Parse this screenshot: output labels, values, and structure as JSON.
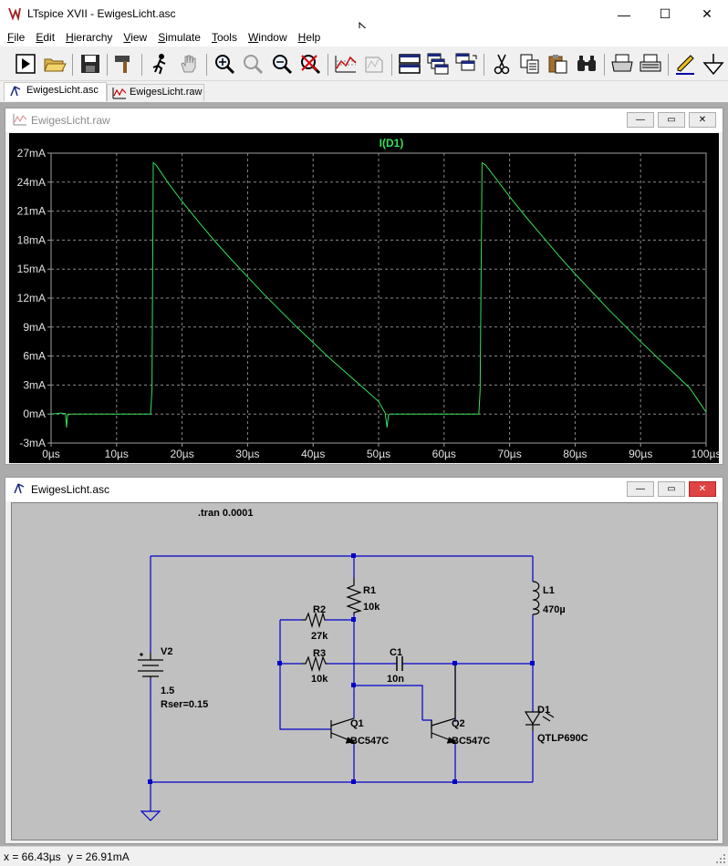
{
  "window": {
    "title": "LTspice XVII - EwigesLicht.asc",
    "minimize": "—",
    "maximize": "☐",
    "close": "✕"
  },
  "menu": [
    {
      "underline": "F",
      "rest": "ile"
    },
    {
      "underline": "E",
      "rest": "dit"
    },
    {
      "underline": "H",
      "rest": "ierarchy"
    },
    {
      "underline": "V",
      "rest": "iew"
    },
    {
      "underline": "S",
      "rest": "imulate"
    },
    {
      "underline": "T",
      "rest": "ools"
    },
    {
      "underline": "W",
      "rest": "indow"
    },
    {
      "underline": "H",
      "rest": "elp"
    }
  ],
  "toolbar": {
    "icons": [
      "run-icon",
      "open-folder-icon",
      "save-icon",
      "control-panel-hammer-icon",
      "run-halt-icon",
      "pan-hand-icon",
      "zoom-in-icon",
      "zoom-full-icon",
      "zoom-out-icon",
      "zoom-cancel-icon",
      "autorange-icon",
      "place-waveform-icon",
      "tile-horizontal-icon",
      "cascade-icon",
      "tile-vertical-icon",
      "cut-icon",
      "copy-icon",
      "paste-icon",
      "find-icon",
      "print-preview-icon",
      "print-icon",
      "pencil-icon",
      "ground-icon"
    ]
  },
  "tabs": [
    {
      "label": "EwigesLicht.asc",
      "active": true
    },
    {
      "label": "EwigesLicht.raw",
      "active": false
    }
  ],
  "plot_window": {
    "title": "EwigesLicht.raw"
  },
  "schematic_window": {
    "title": "EwigesLicht.asc",
    "directive": ".tran 0.0001",
    "components": {
      "R1": {
        "name": "R1",
        "value": "10k"
      },
      "R2": {
        "name": "R2",
        "value": "27k"
      },
      "R3": {
        "name": "R3",
        "value": "10k"
      },
      "C1": {
        "name": "C1",
        "value": "10n"
      },
      "L1": {
        "name": "L1",
        "value": "470µ"
      },
      "V2": {
        "name": "V2",
        "value": "1.5",
        "extra": "Rser=0.15"
      },
      "Q1": {
        "name": "Q1",
        "value": "BC547C"
      },
      "Q2": {
        "name": "Q2",
        "value": "BC547C"
      },
      "D1": {
        "name": "D1",
        "value": "QTLP690C"
      }
    }
  },
  "status": {
    "x": "x = 66.43µs",
    "y": "y = 26.91mA"
  },
  "colors": {
    "trace": "#33e05a",
    "wire": "#0000c8",
    "plot_bg": "#000000",
    "schematic_bg": "#c0c0c0"
  },
  "chart_data": {
    "type": "line",
    "title": "I(D1)",
    "xlabel": "",
    "ylabel": "",
    "xlim": [
      0,
      100
    ],
    "ylim": [
      -3,
      27
    ],
    "x_ticks": [
      0,
      10,
      20,
      30,
      40,
      50,
      60,
      70,
      80,
      90,
      100
    ],
    "x_tick_labels": [
      "0µs",
      "10µs",
      "20µs",
      "30µs",
      "40µs",
      "50µs",
      "60µs",
      "70µs",
      "80µs",
      "90µs",
      "100µs"
    ],
    "y_ticks": [
      -3,
      0,
      3,
      6,
      9,
      12,
      15,
      18,
      21,
      24,
      27
    ],
    "y_tick_labels": [
      "-3mA",
      "0mA",
      "3mA",
      "6mA",
      "9mA",
      "12mA",
      "15mA",
      "18mA",
      "21mA",
      "24mA",
      "27mA"
    ],
    "grid": true,
    "series": [
      {
        "name": "I(D1)",
        "x": [
          0,
          1.5,
          2.2,
          2.35,
          2.5,
          3,
          15.2,
          15.4,
          15.6,
          16,
          18,
          20,
          22.5,
          25,
          27.5,
          30,
          32.5,
          35,
          37.5,
          40,
          42.5,
          45,
          47.5,
          50,
          51,
          51.3,
          51.5,
          51.7,
          52,
          65.3,
          65.5,
          65.8,
          66.3,
          68,
          70,
          72.5,
          75,
          77.5,
          80,
          82.5,
          85,
          87.5,
          90,
          92.5,
          95,
          97.5,
          100
        ],
        "y": [
          0,
          0.1,
          0.05,
          -1.4,
          -0.1,
          0,
          0,
          2.5,
          26,
          25.8,
          23.8,
          22.0,
          19.9,
          17.9,
          16.0,
          14.2,
          12.4,
          10.7,
          9.0,
          7.4,
          5.8,
          4.3,
          2.8,
          1.3,
          0.1,
          -1.4,
          -0.1,
          0,
          0,
          0,
          2.5,
          26,
          25.8,
          24.3,
          22.5,
          20.4,
          18.4,
          16.4,
          14.5,
          12.7,
          10.9,
          9.2,
          7.5,
          5.9,
          4.3,
          2.7,
          0.2
        ]
      }
    ]
  }
}
